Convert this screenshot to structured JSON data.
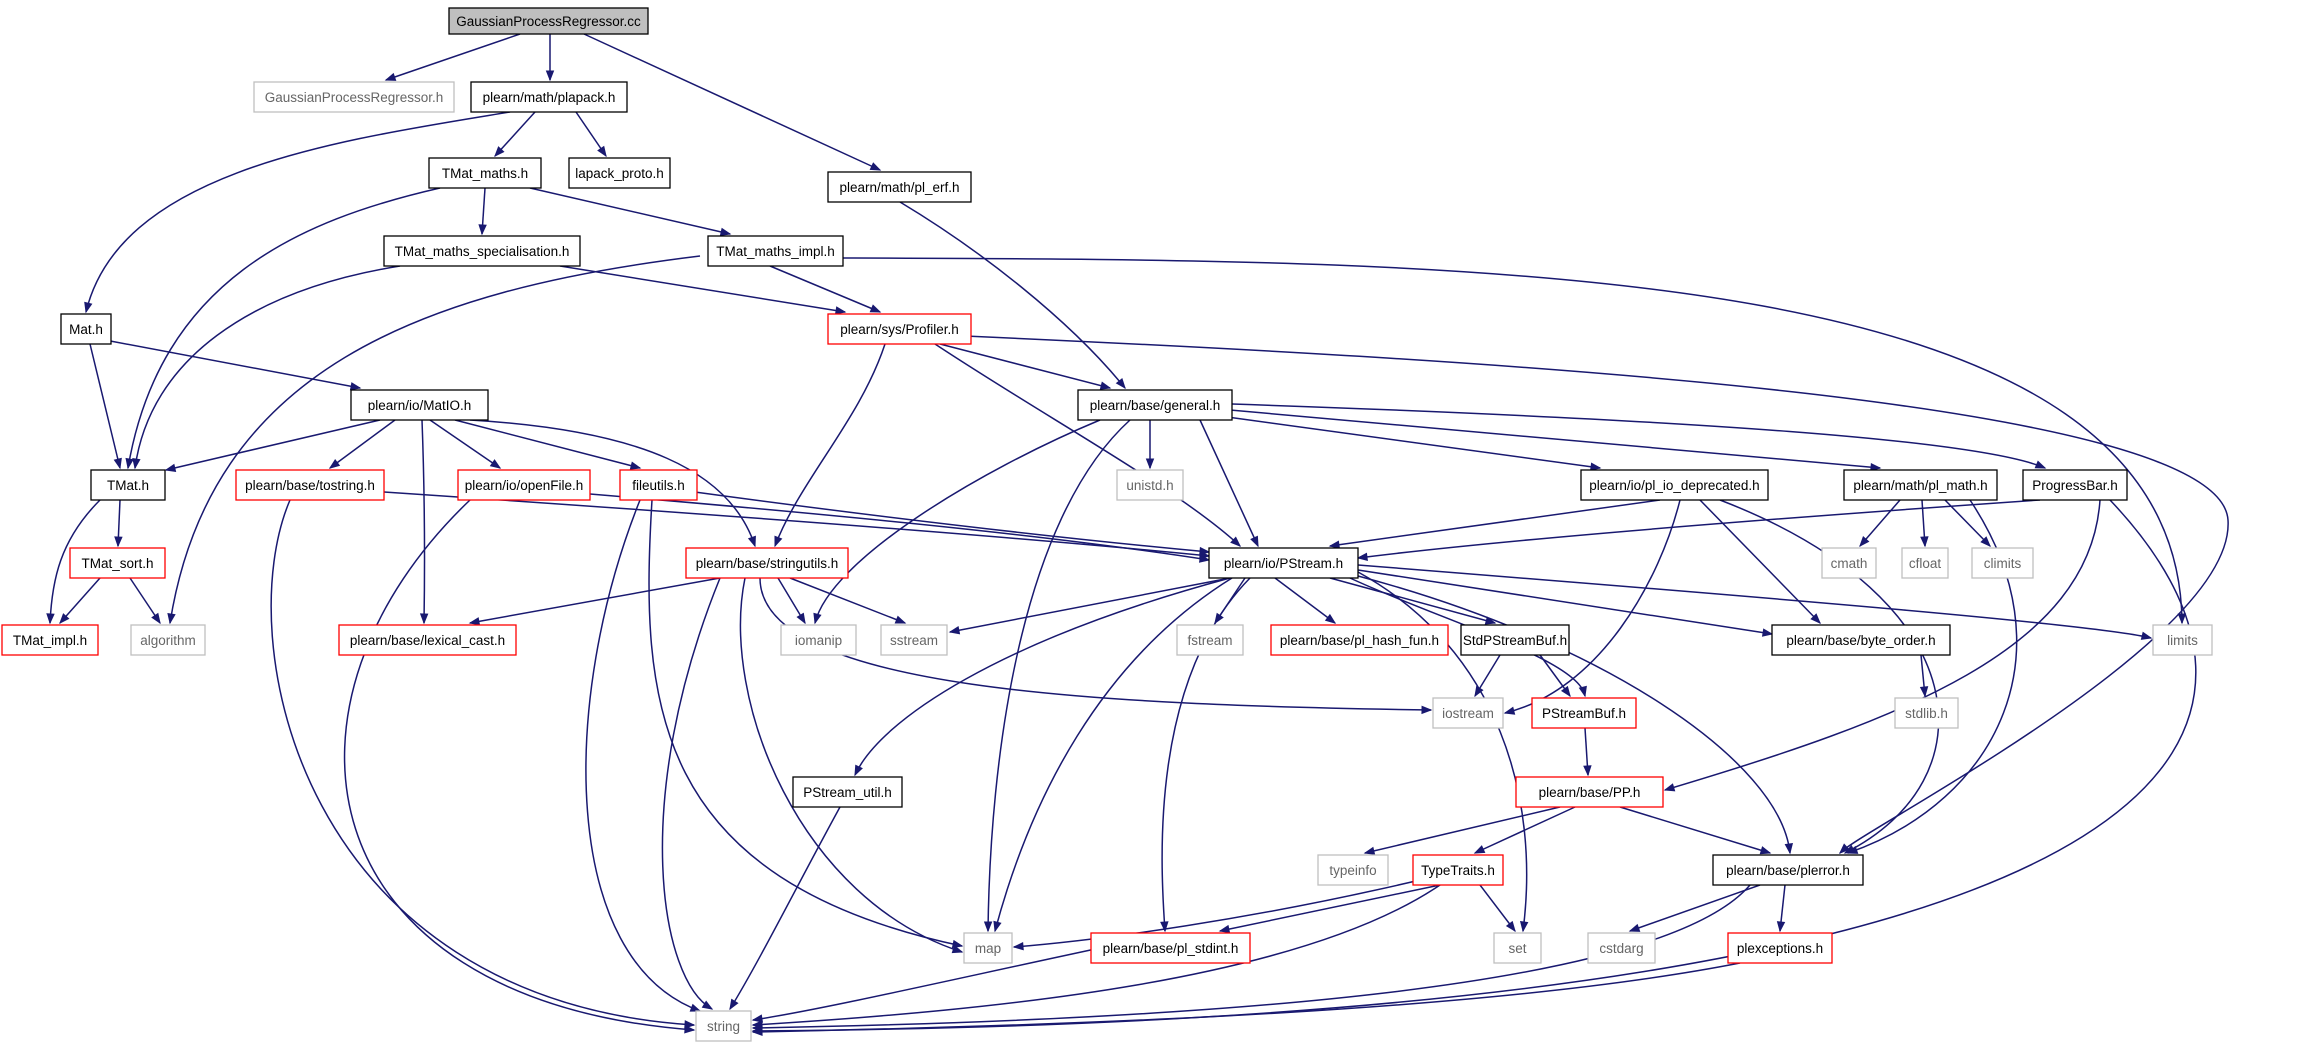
{
  "colors": {
    "edge": "#191970",
    "documented_border": "#000000",
    "truncated_border": "#ff0000",
    "external_border": "#bfbfbf",
    "external_text": "#666666",
    "root_fill": "#bfbfbf"
  },
  "nodes": [
    {
      "id": "n1",
      "label": "GaussianProcessRegressor.cc",
      "kind": "root"
    },
    {
      "id": "n2",
      "label": "GaussianProcessRegressor.h",
      "kind": "external"
    },
    {
      "id": "n3",
      "label": "plearn/math/plapack.h",
      "kind": "documented"
    },
    {
      "id": "n4",
      "label": "plearn/math/pl_erf.h",
      "kind": "documented"
    },
    {
      "id": "n5",
      "label": "TMat_maths.h",
      "kind": "documented"
    },
    {
      "id": "n6",
      "label": "lapack_proto.h",
      "kind": "documented"
    },
    {
      "id": "n7",
      "label": "TMat_maths_specialisation.h",
      "kind": "documented"
    },
    {
      "id": "n8",
      "label": "TMat_maths_impl.h",
      "kind": "documented"
    },
    {
      "id": "n9",
      "label": "Mat.h",
      "kind": "documented"
    },
    {
      "id": "n10",
      "label": "plearn/sys/Profiler.h",
      "kind": "truncated"
    },
    {
      "id": "n11",
      "label": "plearn/io/MatIO.h",
      "kind": "documented"
    },
    {
      "id": "n12",
      "label": "plearn/base/general.h",
      "kind": "documented"
    },
    {
      "id": "n13",
      "label": "TMat.h",
      "kind": "documented"
    },
    {
      "id": "n14",
      "label": "plearn/base/tostring.h",
      "kind": "truncated"
    },
    {
      "id": "n15",
      "label": "plearn/io/openFile.h",
      "kind": "truncated"
    },
    {
      "id": "n16",
      "label": "fileutils.h",
      "kind": "truncated"
    },
    {
      "id": "n17",
      "label": "unistd.h",
      "kind": "external"
    },
    {
      "id": "n18",
      "label": "plearn/io/pl_io_deprecated.h",
      "kind": "documented"
    },
    {
      "id": "n19",
      "label": "plearn/math/pl_math.h",
      "kind": "documented"
    },
    {
      "id": "n20",
      "label": "ProgressBar.h",
      "kind": "documented"
    },
    {
      "id": "n21",
      "label": "TMat_sort.h",
      "kind": "truncated"
    },
    {
      "id": "n22",
      "label": "plearn/base/stringutils.h",
      "kind": "truncated"
    },
    {
      "id": "n23",
      "label": "plearn/io/PStream.h",
      "kind": "documented"
    },
    {
      "id": "n24",
      "label": "cmath",
      "kind": "external"
    },
    {
      "id": "n25",
      "label": "cfloat",
      "kind": "external"
    },
    {
      "id": "n26",
      "label": "climits",
      "kind": "external"
    },
    {
      "id": "n27",
      "label": "TMat_impl.h",
      "kind": "truncated"
    },
    {
      "id": "n28",
      "label": "algorithm",
      "kind": "external"
    },
    {
      "id": "n29",
      "label": "plearn/base/lexical_cast.h",
      "kind": "truncated"
    },
    {
      "id": "n30",
      "label": "iomanip",
      "kind": "external"
    },
    {
      "id": "n31",
      "label": "sstream",
      "kind": "external"
    },
    {
      "id": "n32",
      "label": "fstream",
      "kind": "external"
    },
    {
      "id": "n33",
      "label": "plearn/base/pl_hash_fun.h",
      "kind": "truncated"
    },
    {
      "id": "n34",
      "label": "StdPStreamBuf.h",
      "kind": "documented"
    },
    {
      "id": "n35",
      "label": "plearn/base/byte_order.h",
      "kind": "documented"
    },
    {
      "id": "n36",
      "label": "limits",
      "kind": "external"
    },
    {
      "id": "n37",
      "label": "iostream",
      "kind": "external"
    },
    {
      "id": "n38",
      "label": "PStreamBuf.h",
      "kind": "truncated"
    },
    {
      "id": "n39",
      "label": "stdlib.h",
      "kind": "external"
    },
    {
      "id": "n40",
      "label": "PStream_util.h",
      "kind": "documented"
    },
    {
      "id": "n41",
      "label": "plearn/base/PP.h",
      "kind": "truncated"
    },
    {
      "id": "n42",
      "label": "typeinfo",
      "kind": "external"
    },
    {
      "id": "n43",
      "label": "TypeTraits.h",
      "kind": "truncated"
    },
    {
      "id": "n44",
      "label": "plearn/base/plerror.h",
      "kind": "documented"
    },
    {
      "id": "n45",
      "label": "map",
      "kind": "external"
    },
    {
      "id": "n46",
      "label": "plearn/base/pl_stdint.h",
      "kind": "truncated"
    },
    {
      "id": "n47",
      "label": "set",
      "kind": "external"
    },
    {
      "id": "n48",
      "label": "cstdarg",
      "kind": "external"
    },
    {
      "id": "n49",
      "label": "plexceptions.h",
      "kind": "truncated"
    },
    {
      "id": "n50",
      "label": "string",
      "kind": "external"
    }
  ]
}
